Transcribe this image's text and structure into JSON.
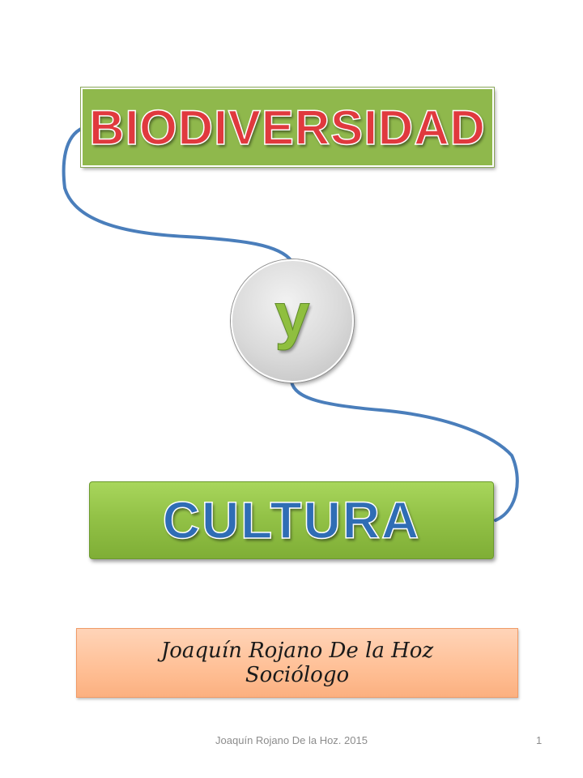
{
  "title": {
    "biodiversidad": "BIODIVERSIDAD",
    "conjunction": "y",
    "cultura": "CULTURA"
  },
  "author": {
    "name": "Joaquín Rojano De la Hoz",
    "role": "Sociólogo"
  },
  "footer": {
    "text": "Joaquín Rojano De la Hoz. 2015",
    "page_number": "1"
  },
  "colors": {
    "biodiversidad_box": "#8fb84c",
    "biodiversidad_text": "#e0393e",
    "conjunction_text": "#8fbf3f",
    "cultura_box": "#93c247",
    "cultura_text": "#2f6db5",
    "author_box": "#ffbf95",
    "connector": "#4a7ebb"
  }
}
